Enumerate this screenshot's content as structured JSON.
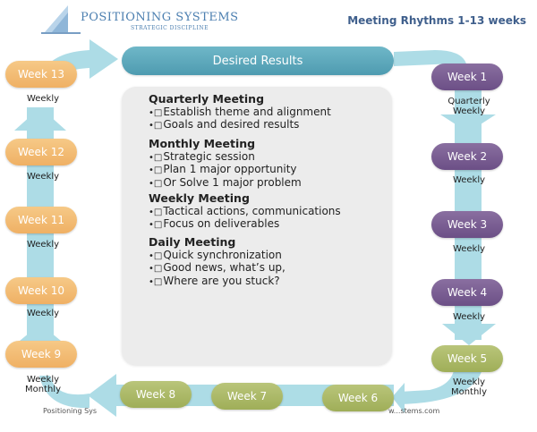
{
  "logo": {
    "name": "POSITIONING SYSTEMS",
    "tagline": "STRATEGIC DISCIPLINE"
  },
  "title": {
    "prefix": "Meeting Rhyth",
    "suffix": "ms 1-13 weeks"
  },
  "desired_results": "Desired Results",
  "meetings": [
    {
      "title": "Quarterly Meeting",
      "items": [
        "Establish theme and alignment",
        "Goals and desired results"
      ]
    },
    {
      "title": "Monthly Meeting",
      "items": [
        "Strategic session",
        "Plan 1 major opportunity",
        "Or Solve 1 major problem"
      ]
    },
    {
      "title": "Weekly Meeting",
      "items": [
        "Tactical actions, communications",
        "Focus on deliverables"
      ]
    },
    {
      "title": "Daily Meeting",
      "items": [
        "Quick synchronization",
        "Good news, what’s up,",
        "Where are you stuck?"
      ]
    }
  ],
  "bullet_glyph": "•□",
  "weeks": [
    {
      "label": "Week 1",
      "freq": "Quarterly Weekly",
      "color": "#6c4f86"
    },
    {
      "label": "Week 2",
      "freq": "Weekly",
      "color": "#6c4f86"
    },
    {
      "label": "Week 3",
      "freq": "Weekly",
      "color": "#6c4f86"
    },
    {
      "label": "Week 4",
      "freq": "Weekly",
      "color": "#6c4f86"
    },
    {
      "label": "Week 5",
      "freq": "Weekly Monthly",
      "color": "#9fae58"
    },
    {
      "label": "Week 6",
      "freq": "",
      "color": "#9fae58"
    },
    {
      "label": "Week 7",
      "freq": "",
      "color": "#9fae58"
    },
    {
      "label": "Week 8",
      "freq": "",
      "color": "#9fae58"
    },
    {
      "label": "Week 9",
      "freq": "Weekly Monthly",
      "color": "#efb064"
    },
    {
      "label": "Week 10",
      "freq": "Weekly",
      "color": "#efb064"
    },
    {
      "label": "Week 11",
      "freq": "Weekly",
      "color": "#efb064"
    },
    {
      "label": "Week 12",
      "freq": "Weekly",
      "color": "#efb064"
    },
    {
      "label": "Week 13",
      "freq": "Weekly",
      "color": "#efb064"
    }
  ],
  "footer": {
    "left": "Positioning Sys",
    "right": "w...stems.com"
  },
  "colors": {
    "arrow": "#a9dbe5",
    "accent": "#4e9bb0"
  }
}
